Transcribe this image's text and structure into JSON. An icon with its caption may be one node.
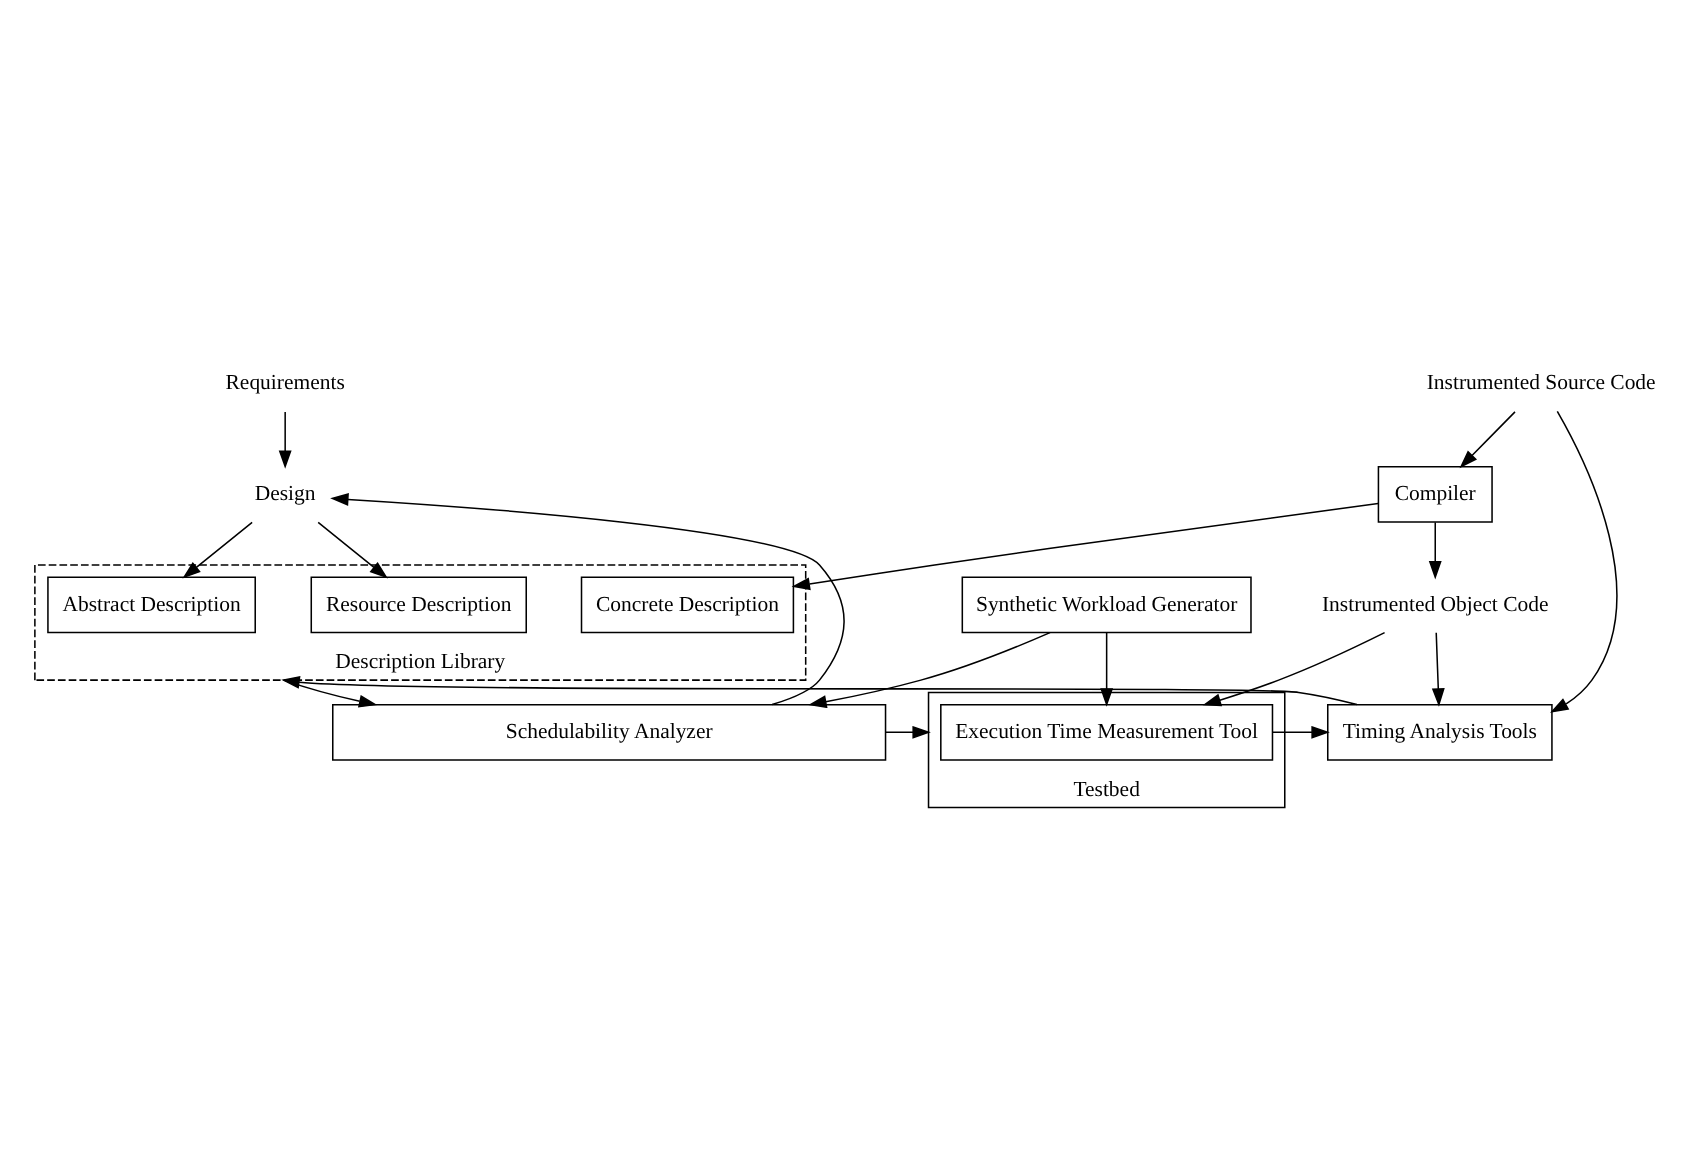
{
  "diagram": {
    "nodes": [
      {
        "text": [
          "Requirements"
        ]
      },
      {
        "text": [
          "Instrumented Source Code"
        ]
      },
      {
        "text": [
          "Design"
        ]
      },
      {
        "text": [
          "Compiler"
        ]
      },
      {
        "text": [
          "Instrumented Object Code"
        ]
      },
      {
        "text": [
          "Description Library"
        ]
      },
      {
        "text": [
          "Resource Description"
        ],
        "in": 5
      },
      {
        "text": [
          "Abstract Description"
        ],
        "in": 5
      },
      {
        "text": [
          "Concrete Description"
        ],
        "in": 5
      },
      {
        "text": [
          "Timing Analysis Tools"
        ]
      },
      {
        "text": [
          "Schedulability Analyzer"
        ]
      },
      {
        "text": [
          "Synthetic Workload Generator"
        ]
      },
      {
        "text": [
          "Testbed"
        ]
      },
      {
        "text": [
          "Execution Time Measurement Tool"
        ],
        "in": 12
      }
    ],
    "edges": [
      {
        "from": 0,
        "to": 2,
        "arrow": "to"
      },
      {
        "from": 1,
        "to": 3,
        "arrow": "to"
      },
      {
        "from": 1,
        "to": 9,
        "arrow": "to"
      },
      {
        "from": 3,
        "to": 4,
        "arrow": "to"
      },
      {
        "from": 3,
        "to": 8,
        "arrow": "to"
      },
      {
        "from": 4,
        "to": 9,
        "arrow": "to"
      },
      {
        "from": 2,
        "to": 6,
        "arrow": "to"
      },
      {
        "from": 2,
        "to": 7,
        "arrow": "to"
      },
      {
        "from": 9,
        "to": 5,
        "arrow": "to"
      },
      {
        "from": 5,
        "to": 10,
        "arrow": "to"
      },
      {
        "from": 10,
        "to": 2,
        "arrow": "to"
      },
      {
        "from": 11,
        "to": 10,
        "arrow": "to"
      },
      {
        "from": 10,
        "to": 12,
        "arrow": "to"
      },
      {
        "from": 4,
        "to": 13,
        "arrow": "to"
      },
      {
        "from": 13,
        "to": 9,
        "arrow": "to"
      },
      {
        "from": 11,
        "to": 13,
        "arrow": "to"
      }
    ]
  }
}
